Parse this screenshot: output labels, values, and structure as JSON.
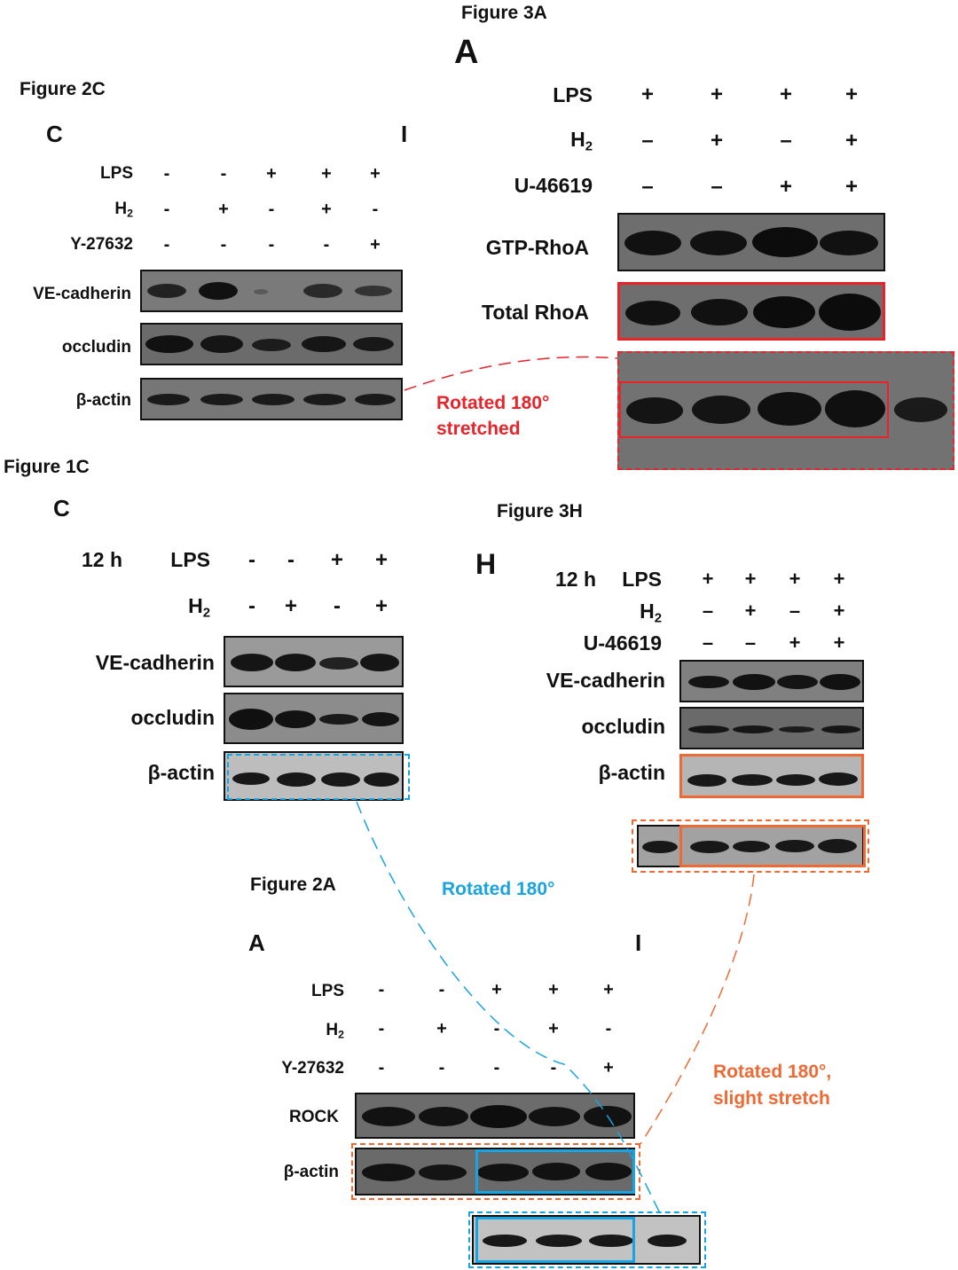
{
  "figure_titles": {
    "f3a": "Figure 3A",
    "f2c": "Figure 2C",
    "f1c": "Figure 1C",
    "f3h": "Figure 3H",
    "f2a": "Figure 2A"
  },
  "panel_letters": {
    "p3a": "A",
    "p2c": "C",
    "p2c_cut": "I",
    "p1c": "C",
    "p3h": "H",
    "p2a": "A",
    "p2a_cut": "I"
  },
  "treatments": {
    "lps": "LPS",
    "h2": "H",
    "h2_sub": "2",
    "y27632": "Y-27632",
    "u46619": "U-46619",
    "time": "12 h"
  },
  "fig2c": {
    "rows": [
      {
        "label": "LPS",
        "signs": [
          "-",
          "-",
          "+",
          "+",
          "+"
        ]
      },
      {
        "label": "H2",
        "signs": [
          "-",
          "+",
          "-",
          "+",
          "-"
        ]
      },
      {
        "label": "Y-27632",
        "signs": [
          "-",
          "-",
          "-",
          "-",
          "+"
        ]
      }
    ],
    "blots": [
      "VE-cadherin",
      "occludin",
      "β-actin"
    ]
  },
  "fig3a": {
    "rows": [
      {
        "label": "LPS",
        "signs": [
          "+",
          "+",
          "+",
          "+"
        ]
      },
      {
        "label": "H2",
        "signs": [
          "–",
          "+",
          "–",
          "+"
        ]
      },
      {
        "label": "U-46619",
        "signs": [
          "–",
          "–",
          "+",
          "+"
        ]
      }
    ],
    "blots": [
      "GTP-RhoA",
      "Total RhoA"
    ]
  },
  "fig1c": {
    "rows": [
      {
        "label": "LPS",
        "signs": [
          "-",
          "-",
          "+",
          "+"
        ]
      },
      {
        "label": "H2",
        "signs": [
          "-",
          "+",
          "-",
          "+"
        ]
      }
    ],
    "blots": [
      "VE-cadherin",
      "occludin",
      "β-actin"
    ]
  },
  "fig3h": {
    "rows": [
      {
        "label": "LPS",
        "signs": [
          "+",
          "+",
          "+",
          "+"
        ]
      },
      {
        "label": "H2",
        "signs": [
          "–",
          "+",
          "–",
          "+"
        ]
      },
      {
        "label": "U-46619",
        "signs": [
          "–",
          "–",
          "+",
          "+"
        ]
      }
    ],
    "blots": [
      "VE-cadherin",
      "occludin",
      "β-actin"
    ]
  },
  "fig2a": {
    "rows": [
      {
        "label": "LPS",
        "signs": [
          "-",
          "-",
          "+",
          "+",
          "+"
        ]
      },
      {
        "label": "H2",
        "signs": [
          "-",
          "+",
          "-",
          "+",
          "-"
        ]
      },
      {
        "label": "Y-27632",
        "signs": [
          "-",
          "-",
          "-",
          "-",
          "+"
        ]
      }
    ],
    "blots": [
      "ROCK",
      "β-actin"
    ]
  },
  "annotations": {
    "red_line1": "Rotated 180°",
    "red_line2": "stretched",
    "blue": "Rotated 180°",
    "orange_line1": "Rotated 180°,",
    "orange_line2": "slight stretch"
  },
  "colors": {
    "red": "#e8242a",
    "blue": "#19a3e0",
    "orange": "#ee6a35",
    "blot_dark": "#595959",
    "blot_light": "#b8b8b8",
    "band": "#141414"
  }
}
